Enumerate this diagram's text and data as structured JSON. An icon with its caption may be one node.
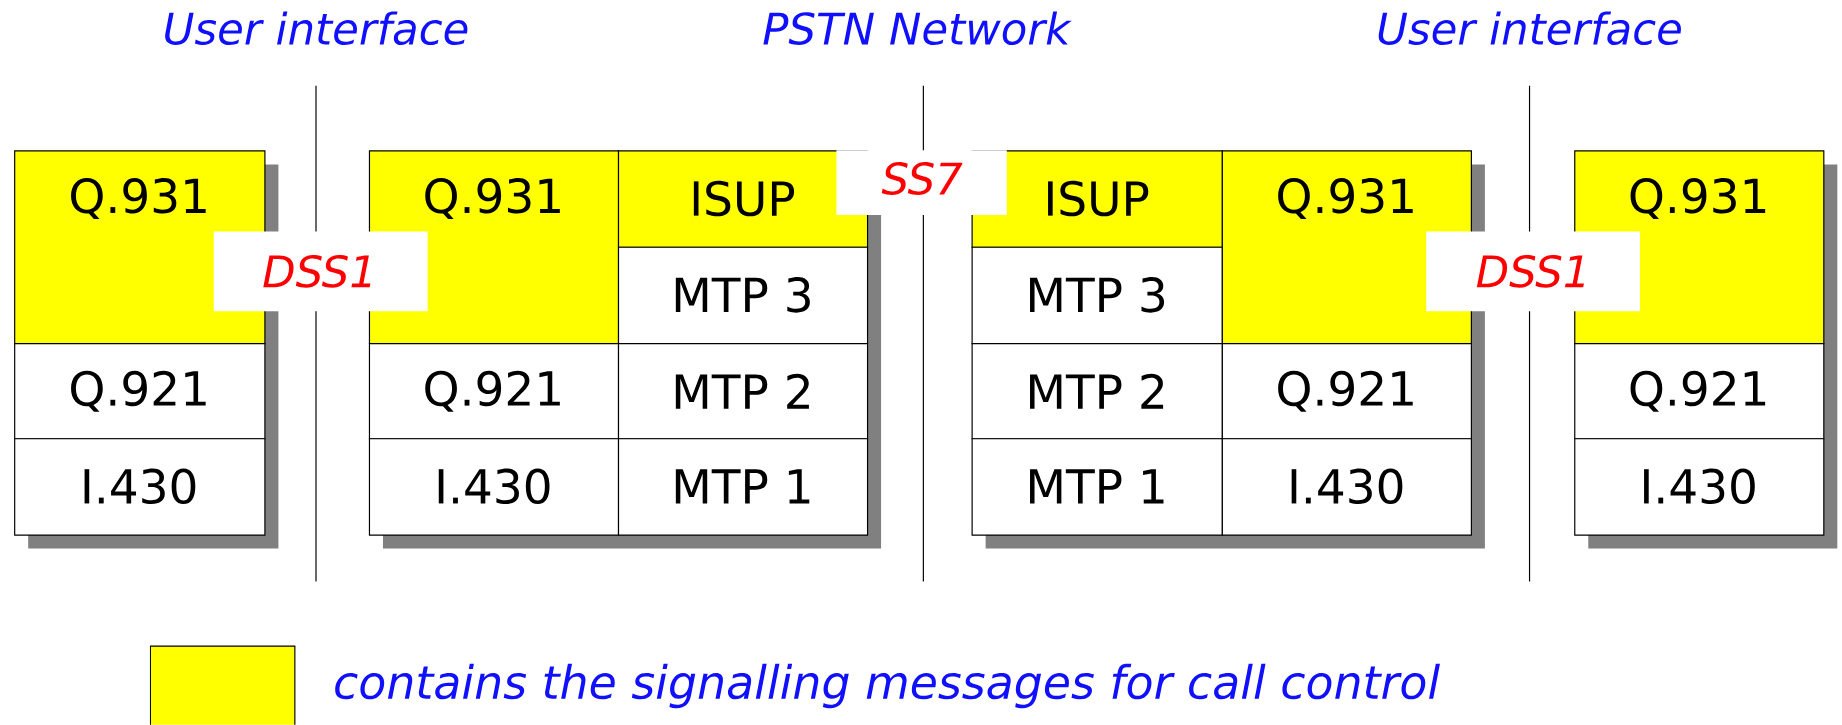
{
  "diagram": {
    "nodes": [
      {
        "text": [
          "Q.931"
        ]
      },
      {
        "text": [
          "Q.921"
        ]
      },
      {
        "text": [
          "I.430"
        ]
      },
      {
        "text": [
          "Q.931"
        ]
      },
      {
        "text": [
          "Q.921"
        ]
      },
      {
        "text": [
          "I.430"
        ]
      },
      {
        "text": [
          "ISUP"
        ]
      },
      {
        "text": [
          "MTP 3"
        ]
      },
      {
        "text": [
          "MTP 2"
        ]
      },
      {
        "text": [
          "MTP 1"
        ]
      },
      {
        "text": [
          "ISUP"
        ]
      },
      {
        "text": [
          "MTP 3"
        ]
      },
      {
        "text": [
          "MTP 2"
        ]
      },
      {
        "text": [
          "MTP 1"
        ]
      },
      {
        "text": [
          "Q.931"
        ]
      },
      {
        "text": [
          "Q.921"
        ]
      },
      {
        "text": [
          "I.430"
        ]
      },
      {
        "text": [
          "Q.931"
        ]
      },
      {
        "text": [
          "Q.921"
        ]
      },
      {
        "text": [
          "I.430"
        ]
      }
    ],
    "labels": [
      "User interface",
      "PSTN Network",
      "User interface",
      "DSS1",
      "SS7",
      "DSS1"
    ],
    "legend": [
      {
        "text": "contains the signalling messages for call control",
        "color": "#ffff00"
      }
    ]
  }
}
